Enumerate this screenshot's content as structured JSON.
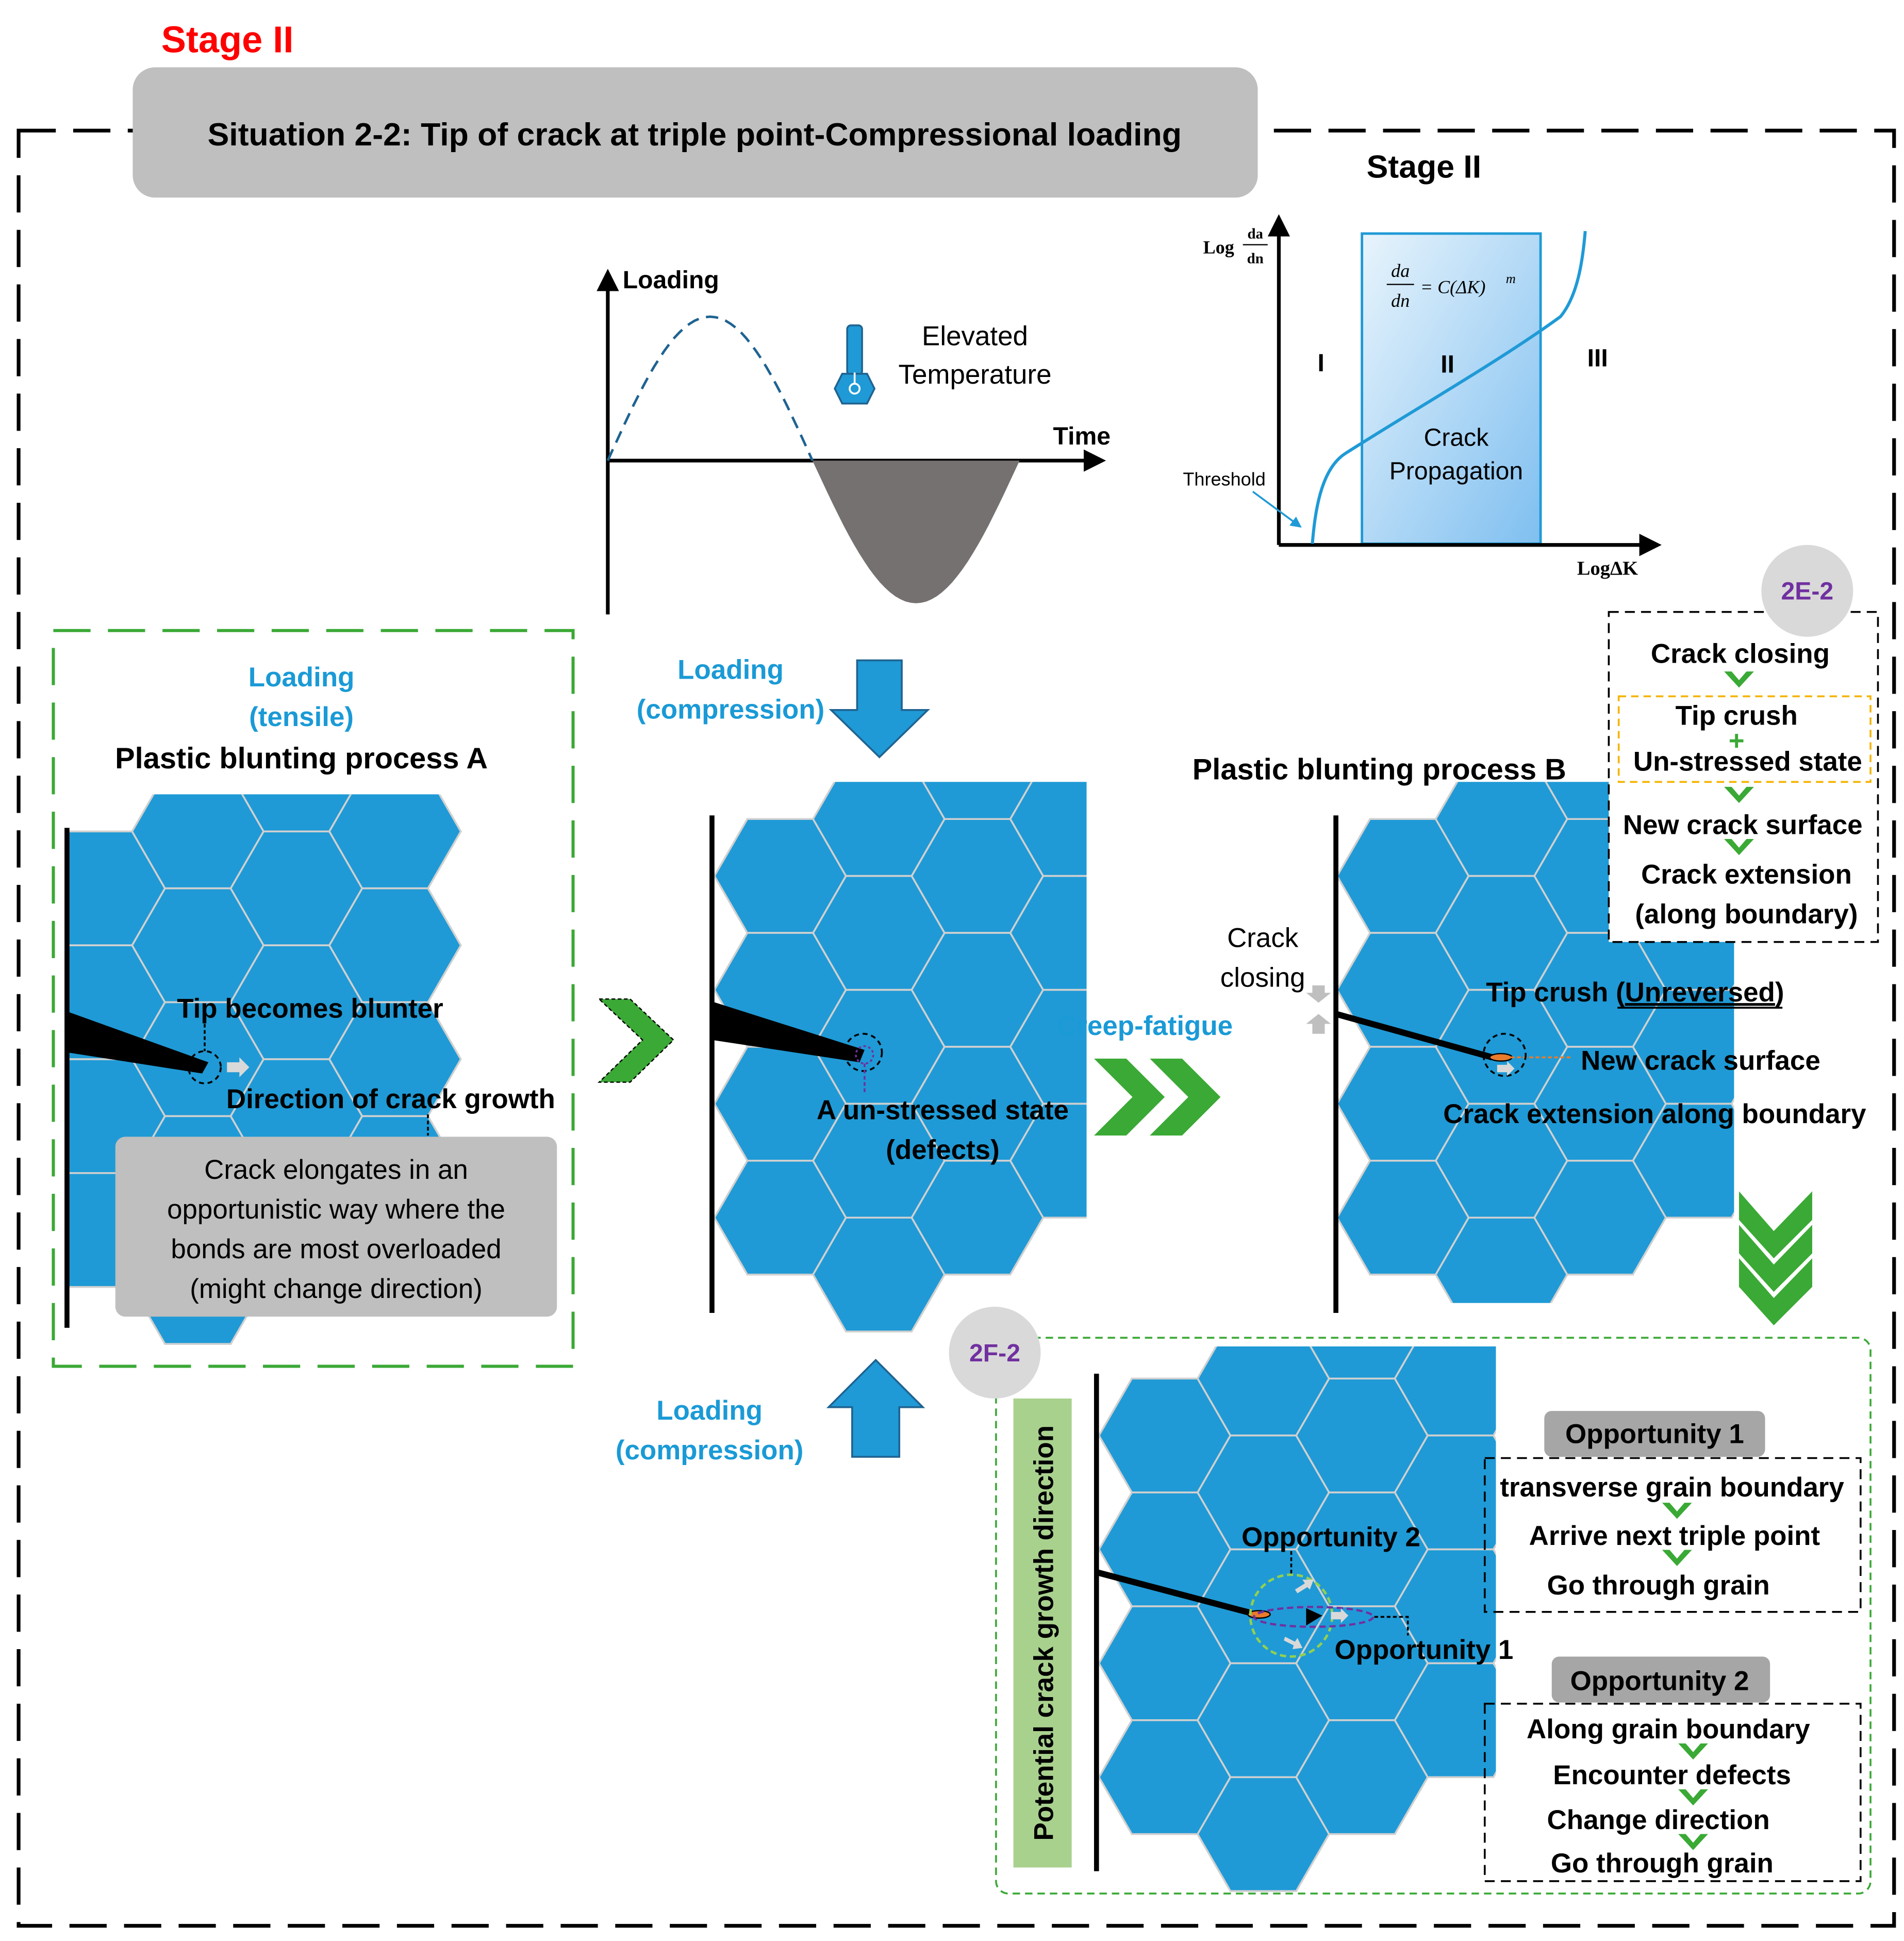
{
  "header": {
    "stage_label": "Stage II",
    "situation_title": "Situation 2-2: Tip of crack at triple point-Compressional loading"
  },
  "loading_chart": {
    "y_label": "Loading",
    "x_label": "Time",
    "temperature_label_1": "Elevated",
    "temperature_label_2": "Temperature",
    "fill_color": "#767171",
    "curve_color": "#1f6391"
  },
  "paris_chart": {
    "title": "Stage II",
    "y_label_prefix": "Log",
    "y_label_num": "da",
    "y_label_den": "dn",
    "x_label": "LogΔK",
    "region_1": "I",
    "region_2": "II",
    "region_3": "III",
    "formula_num": "da",
    "formula_den": "dn",
    "formula_rhs": "= C(ΔK)",
    "formula_exp": "m",
    "propagation_1": "Crack",
    "propagation_2": "Propagation",
    "threshold": "Threshold",
    "curve_color": "#1f9ad6"
  },
  "process_a": {
    "loading_1": "Loading",
    "loading_2": "(tensile)",
    "title": "Plastic blunting process A",
    "tip_label": "Tip becomes blunter",
    "direction_label": "Direction of crack growth",
    "note_1": "Crack elongates in an",
    "note_2": "opportunistic way where the",
    "note_3": "bonds are most overloaded",
    "note_4": "(might change direction)"
  },
  "middle": {
    "top_loading_1": "Loading",
    "top_loading_2": "(compression)",
    "bottom_loading_1": "Loading",
    "bottom_loading_2": "(compression)",
    "state_1": "A un-stressed state",
    "state_2": "(defects)"
  },
  "transition": {
    "creep_label": "Creep-fatigue"
  },
  "process_b": {
    "title": "Plastic blunting process B",
    "closing_1": "Crack",
    "closing_2": "closing",
    "tip_crush": "Tip crush (",
    "unreversed": "Unreversed",
    "tip_crush_end": ")",
    "new_surface": "New crack surface",
    "extension": "Crack extension along boundary"
  },
  "flow_2e2": {
    "badge": "2E-2",
    "step_1": "Crack closing",
    "step_2a": "Tip crush",
    "step_2b": "Un-stressed state",
    "step_3": "New crack surface",
    "step_4a": "Crack extension",
    "step_4b": "(along boundary)"
  },
  "panel_2f2": {
    "badge": "2F-2",
    "vertical_label": "Potential crack growth direction",
    "opportunity_2_label": "Opportunity 2",
    "opportunity_1_label": "Opportunity 1",
    "opp1_header": "Opportunity 1",
    "opp1_steps": [
      "transverse grain boundary",
      "Arrive next triple point",
      "Go through grain"
    ],
    "opp2_header": "Opportunity 2",
    "opp2_steps": [
      "Along grain boundary",
      "Encounter defects",
      "Change direction",
      "Go through grain"
    ]
  },
  "colors": {
    "grain_blue": "#1f9ad6",
    "accent_blue": "#1a9ad6",
    "stage_red": "#ff0000",
    "green": "#3aa935",
    "badge_purple": "#7030a0",
    "box_gray": "#bfbfbf"
  }
}
